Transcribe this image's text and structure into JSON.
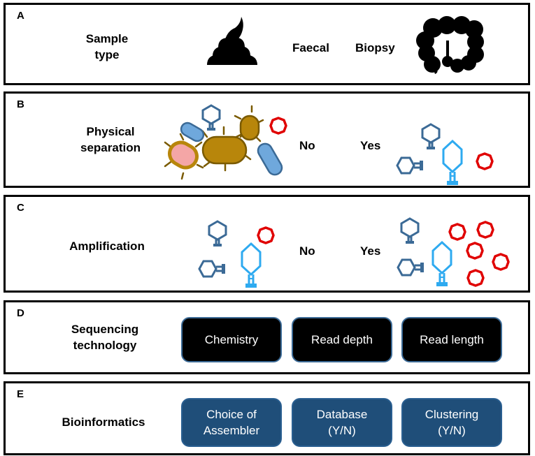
{
  "panels": [
    {
      "letter": "A",
      "title": "Sample\ntype",
      "option_1": "Faecal",
      "option_2": "Biopsy"
    },
    {
      "letter": "B",
      "title": "Physical\nseparation",
      "option_1": "No",
      "option_2": "Yes"
    },
    {
      "letter": "C",
      "title": "Amplification",
      "option_1": "No",
      "option_2": "Yes"
    },
    {
      "letter": "D",
      "title": "Sequencing\ntechnology",
      "boxes": [
        "Chemistry",
        "Read depth",
        "Read length"
      ]
    },
    {
      "letter": "E",
      "title": "Bioinformatics",
      "boxes": [
        "Choice of\nAssembler",
        "Database\n(Y/N)",
        "Clustering\n(Y/N)"
      ]
    }
  ],
  "colors": {
    "phage_dark": "#3b6a96",
    "phage_light": "#2eaaf0",
    "virus_red": "#e00000",
    "bacteria_gold": "#b8860b",
    "bacteria_pink": "#f4a6a6",
    "bacteria_blue": "#6fa8dc",
    "box_black": "#000000",
    "box_blue": "#1f4e79"
  },
  "icons": [
    "stool-icon",
    "intestine-icon",
    "bacteria-icon",
    "phage-icon",
    "virus-ring-icon"
  ]
}
